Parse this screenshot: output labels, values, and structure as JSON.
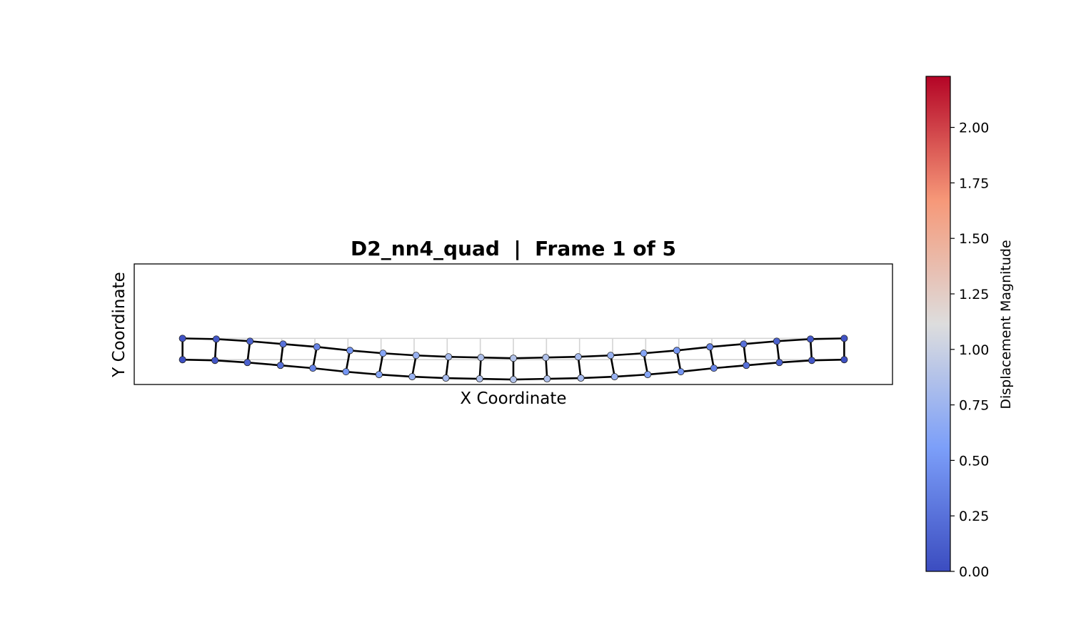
{
  "chart_data": {
    "type": "scatter",
    "title": "D2_nn4_quad  |  Frame 1 of 5",
    "xlabel": "X Coordinate",
    "ylabel": "Y Coordinate",
    "xlim": [
      -0.73,
      10.73
    ],
    "ylim": [
      -0.35,
      1.35
    ],
    "axis_ticks_visible": false,
    "grid": false,
    "mesh": {
      "element_type": "quad",
      "nodes_per_element": 4,
      "columns": 21,
      "rows": 2,
      "undeformed_x": [
        0.0,
        0.5,
        1.0,
        1.5,
        2.0,
        2.5,
        3.0,
        3.5,
        4.0,
        4.5,
        5.0,
        5.5,
        6.0,
        6.5,
        7.0,
        7.5,
        8.0,
        8.5,
        9.0,
        9.5,
        10.0
      ],
      "undeformed_y": [
        0.0,
        0.3
      ],
      "undeformed_color": "#d3d3d3",
      "deformed_color": "#000000",
      "deformed_bottom": {
        "x": [
          0.0,
          0.49,
          0.98,
          1.48,
          1.97,
          2.47,
          2.97,
          3.47,
          3.98,
          4.49,
          5.0,
          5.51,
          6.02,
          6.53,
          7.03,
          7.53,
          8.03,
          8.52,
          9.02,
          9.51,
          10.0
        ],
        "y": [
          0.0,
          -0.01,
          -0.04,
          -0.08,
          -0.12,
          -0.17,
          -0.21,
          -0.24,
          -0.26,
          -0.27,
          -0.28,
          -0.27,
          -0.26,
          -0.24,
          -0.21,
          -0.17,
          -0.12,
          -0.08,
          -0.04,
          -0.01,
          0.0
        ]
      },
      "deformed_top": {
        "x": [
          0.0,
          0.51,
          1.02,
          1.52,
          2.03,
          2.53,
          3.03,
          3.53,
          4.02,
          4.51,
          5.0,
          5.49,
          5.98,
          6.47,
          6.97,
          7.47,
          7.97,
          8.48,
          8.98,
          9.49,
          10.0
        ],
        "y": [
          0.3,
          0.29,
          0.26,
          0.22,
          0.18,
          0.13,
          0.09,
          0.06,
          0.04,
          0.03,
          0.02,
          0.03,
          0.04,
          0.06,
          0.09,
          0.13,
          0.18,
          0.22,
          0.26,
          0.29,
          0.3
        ]
      },
      "displacement_bottom": [
        0.03,
        0.07,
        0.15,
        0.24,
        0.37,
        0.49,
        0.61,
        0.72,
        0.8,
        0.85,
        0.87,
        0.85,
        0.8,
        0.72,
        0.61,
        0.49,
        0.37,
        0.24,
        0.15,
        0.07,
        0.03
      ],
      "displacement_top": [
        0.05,
        0.08,
        0.15,
        0.25,
        0.37,
        0.49,
        0.61,
        0.72,
        0.8,
        0.85,
        0.87,
        0.85,
        0.8,
        0.72,
        0.61,
        0.49,
        0.37,
        0.25,
        0.15,
        0.08,
        0.05
      ]
    },
    "colorbar": {
      "label": "Displacement Magnitude",
      "colormap": "coolwarm",
      "min": 0.0,
      "max": 2.23,
      "ticks": [
        0.0,
        0.25,
        0.5,
        0.75,
        1.0,
        1.25,
        1.5,
        1.75,
        2.0
      ],
      "tick_labels": [
        "0.00",
        "0.25",
        "0.50",
        "0.75",
        "1.00",
        "1.25",
        "1.50",
        "1.75",
        "2.00"
      ]
    }
  }
}
